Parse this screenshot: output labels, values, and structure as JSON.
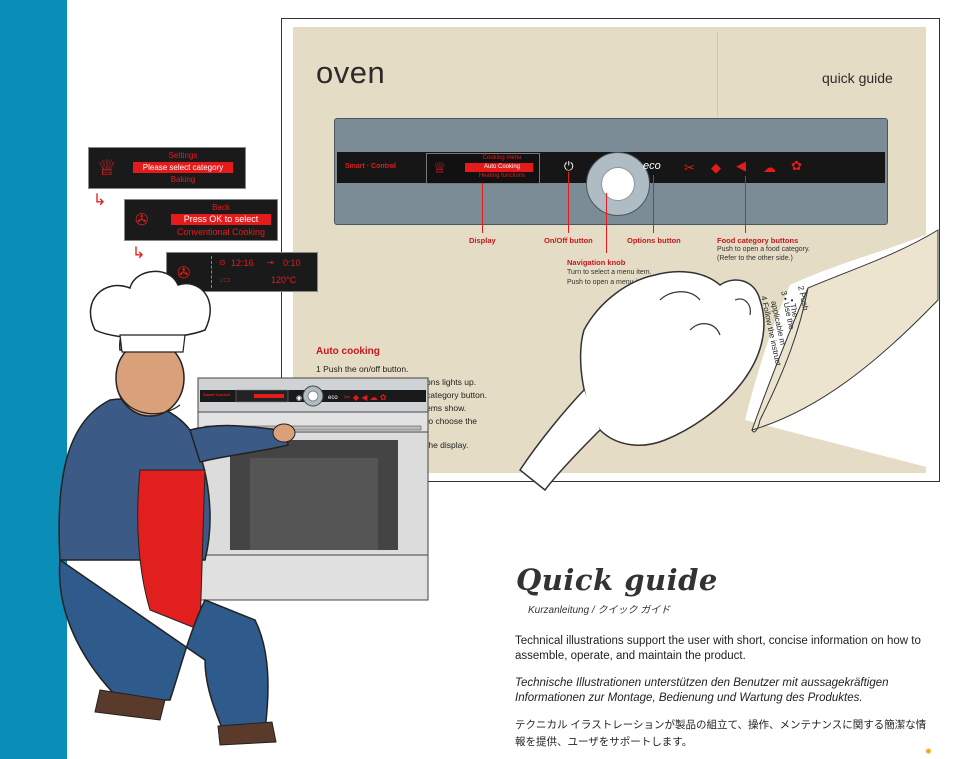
{
  "sheet": {
    "title": "oven",
    "subtitle": "quick guide",
    "brand": "Smart · Control"
  },
  "panel_display": {
    "line1": "Cooking menu",
    "line2": "Auto Cooking",
    "line3": "Heating functions"
  },
  "callouts": {
    "display": "Display",
    "onoff": "On/Off button",
    "options": "Options button",
    "food": "Food category buttons",
    "food_desc1": "Push to open a food category.",
    "food_desc2": "(Refer to the other side.)",
    "knob": "Navigation knob",
    "knob_desc1": "Turn to select a menu item.",
    "knob_desc2": "Push to open a menu item."
  },
  "auto_cooking": {
    "title": "Auto cooking",
    "step1": "1  Push the on/off button.",
    "step2": "ons lights up.",
    "step3": "category button.",
    "step4": "ems show.",
    "step5": "to choose the",
    "step6": "the display."
  },
  "curl_steps": {
    "s2": "2  Push",
    "s2b": "• The",
    "s3": "3  • Use the",
    "s3b": "applicable m",
    "s4": "4  Follow the instruct"
  },
  "screens": {
    "s1_line1": "Settings",
    "s1_line2": "Please select category",
    "s1_line3": "Baking",
    "s2_line1": "Back",
    "s2_line2": "Press OK to select",
    "s2_line3": "Conventional Cooking",
    "s3_time": "12:16",
    "s3_timer": "0:10",
    "s3_temp": "120°C"
  },
  "oven_illustration": {
    "brand": "Smart·Control"
  },
  "bottom": {
    "script_title": "Quick guide",
    "subtitle": "Kurzanleitung / クイック ガイド",
    "en": "Technical illustrations support the user with short, concise information on how to assemble, operate, and maintain the product.",
    "de": "Technische Illustrationen unterstützen den Benutzer mit aussagekräftigen Informationen zur Montage, Bedienung und Wartung des Produktes.",
    "ja": "テクニカル イラストレーションが製品の組立て、操作、メンテナンスに関する簡潔な情報を提供、ユーザをサポートします。"
  },
  "icons": {
    "chef": "chef-hat-icon",
    "fan": "fan-icon",
    "clock": "clock-icon",
    "timer": "timer-icon",
    "thermo": "thermometer-icon",
    "onoff": "power-icon",
    "eco": "eco-icon",
    "arrow": "curved-arrow-icon"
  },
  "colors": {
    "accent_blue": "#0a8db6",
    "accent_red": "#e51b1b",
    "sheet_beige": "#e4dcc5"
  }
}
